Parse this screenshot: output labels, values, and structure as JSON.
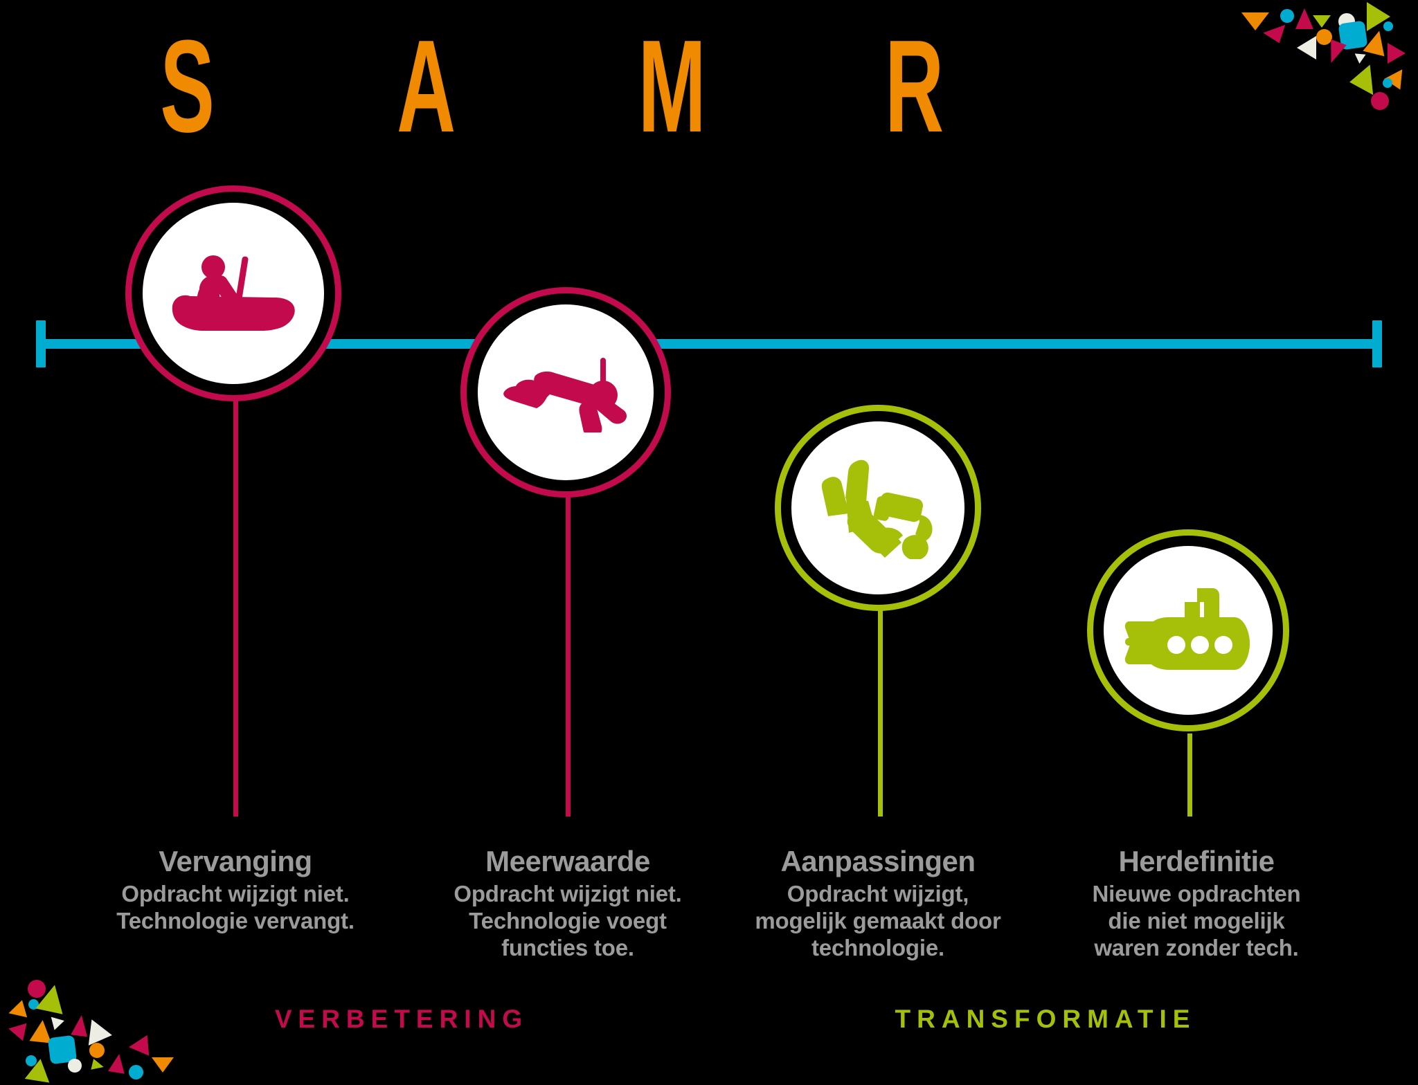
{
  "model": {
    "acronym_letters": [
      "S",
      "A",
      "M",
      "R"
    ],
    "accent_colors": {
      "orange": "#F08A00",
      "crimson": "#C20A4D",
      "olive": "#A6BF09",
      "cyan": "#00ADD0",
      "cream": "#EDEDE3",
      "caption_gray": "#9B9B9B",
      "background": "#000000",
      "bubble_fill": "#FFFFFF"
    },
    "waterline": {
      "color": "#00ADD0"
    }
  },
  "stages": [
    {
      "letter": "S",
      "icon": "canoe-icon",
      "title": "Vervanging",
      "desc_lines": [
        "Opdracht wijzigt niet.",
        "Technologie vervangt."
      ],
      "color": "#C20A4D",
      "zone": "VERBETERING"
    },
    {
      "letter": "A",
      "icon": "snorkeler-icon",
      "title": "Meerwaarde",
      "desc_lines": [
        "Opdracht wijzigt niet.",
        "Technologie voegt",
        "functies toe."
      ],
      "color": "#C20A4D",
      "zone": "VERBETERING"
    },
    {
      "letter": "M",
      "icon": "scuba-diver-icon",
      "title": "Aanpassingen",
      "desc_lines": [
        "Opdracht wijzigt,",
        "mogelijk gemaakt door",
        "technologie."
      ],
      "color": "#A6BF09",
      "zone": "TRANSFORMATIE"
    },
    {
      "letter": "R",
      "icon": "submarine-icon",
      "title": "Herdefinitie",
      "desc_lines": [
        "Nieuwe opdrachten",
        "die niet mogelijk",
        "waren zonder tech."
      ],
      "color": "#A6BF09",
      "zone": "TRANSFORMATIE"
    }
  ],
  "zones": [
    {
      "label": "VERBETERING",
      "color": "#C20A4D"
    },
    {
      "label": "TRANSFORMATIE",
      "color": "#A6BF09"
    }
  ],
  "decorations": {
    "top_right_confetti": "confetti-cluster",
    "bottom_left_confetti": "confetti-cluster"
  }
}
